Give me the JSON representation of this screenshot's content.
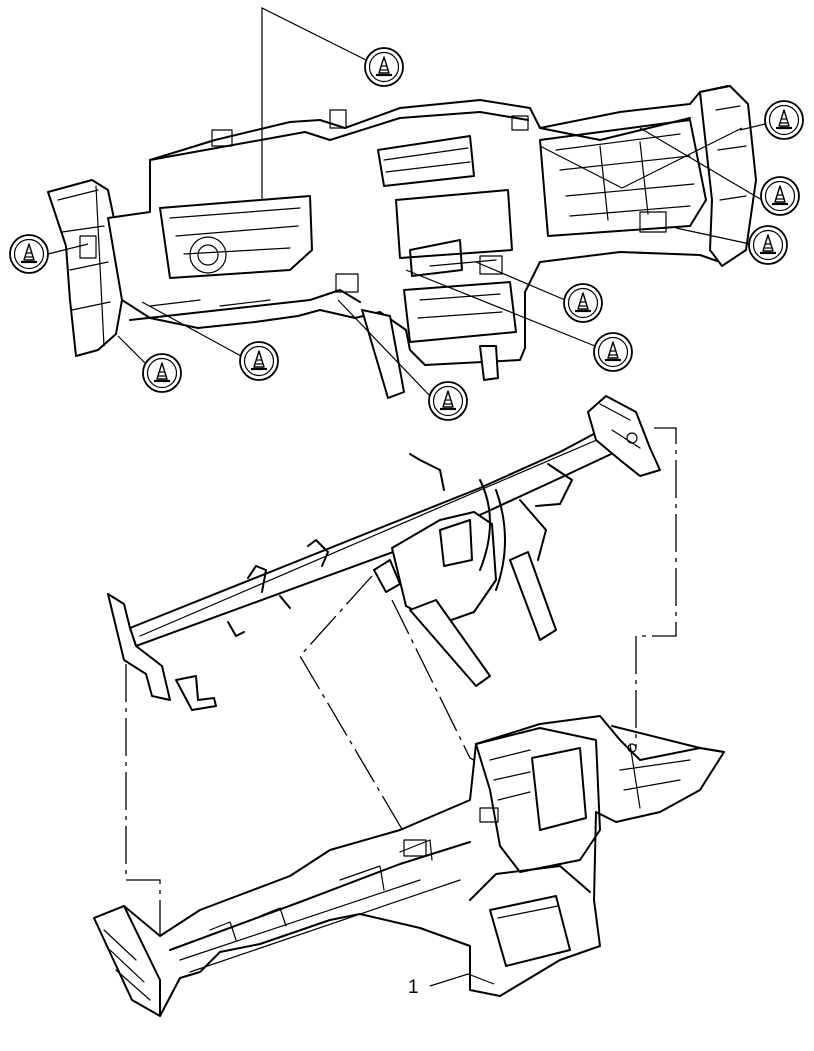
{
  "callouts": [
    {
      "id": "1",
      "label": "1"
    }
  ],
  "symbols": {
    "icon": "torque-wrench-socket-icon",
    "count": 10
  },
  "parts": {
    "upper": "assembled-instrument-panel",
    "middle": "steering-support-reinforcement",
    "lower": "instrument-panel-substrate"
  }
}
